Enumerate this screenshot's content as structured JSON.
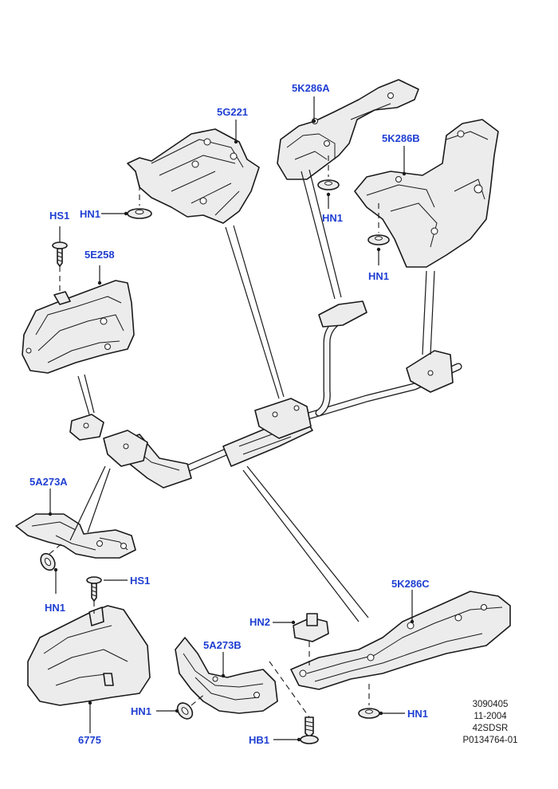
{
  "labels": {
    "p_5k286a": "5K286A",
    "p_5g221": "5G221",
    "p_5k286b": "5K286B",
    "p_hs1_top": "HS1",
    "p_hn1_5g221": "HN1",
    "p_hn1_5k286a": "HN1",
    "p_5e258": "5E258",
    "p_hn1_5k286b": "HN1",
    "p_5a273a": "5A273A",
    "p_hn1_5a273a": "HN1",
    "p_hs1_6775": "HS1",
    "p_5k286c": "5K286C",
    "p_hn2": "HN2",
    "p_5a273b": "5A273B",
    "p_hn1_5a273b": "HN1",
    "p_6775": "6775",
    "p_hn1_5k286c": "HN1",
    "p_hb1": "HB1"
  },
  "reference_block": {
    "line1": "3090405",
    "line2": "11-2004",
    "line3": "42SDSR",
    "line4": "P0134764-01"
  }
}
